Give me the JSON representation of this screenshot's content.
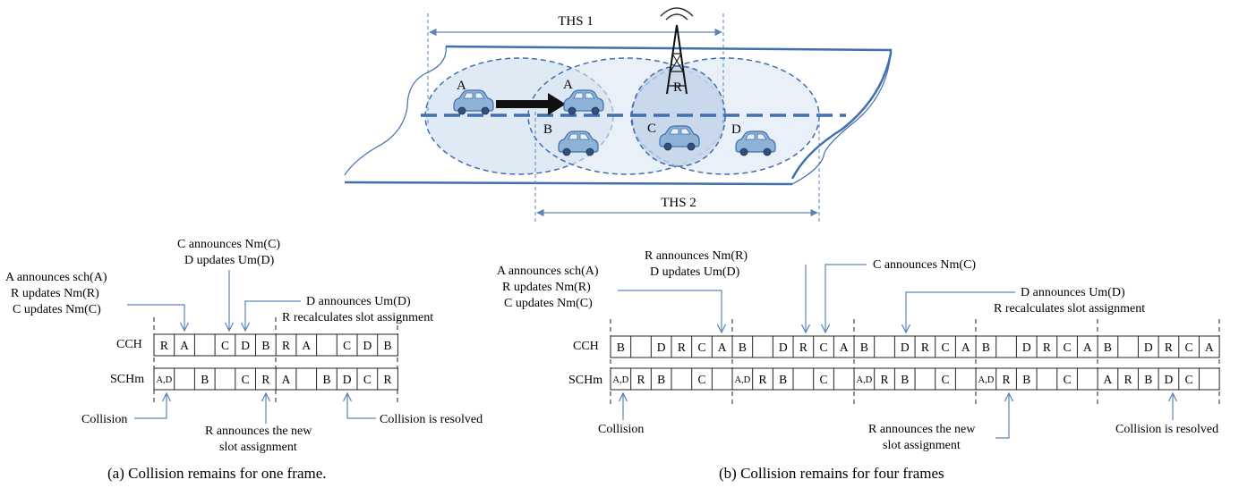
{
  "colors": {
    "line_blue": "#5a86b8",
    "road_blue": "#3f6faf",
    "zone_fill": "#dbe6f2",
    "zone_overlap": "#c2d3e8",
    "car_body": "#8fb3d6",
    "arrow_black": "#111111",
    "frame_line": "#222222"
  },
  "scene": {
    "ths1_label": "THS 1",
    "ths2_label": "THS 2",
    "node_labels": [
      "A",
      "A",
      "B",
      "C",
      "D",
      "R"
    ],
    "car_icons": [
      "car-icon-a-start",
      "car-icon-a-moved",
      "car-icon-b",
      "car-icon-c",
      "car-icon-d"
    ],
    "tower_icon": "radio-tower-icon",
    "move_arrow_icon": "movement-arrow-icon"
  },
  "panel_a": {
    "caption": "(a) Collision remains for one frame.",
    "row_labels": {
      "cch": "CCH",
      "sch": "SCHm"
    },
    "cch": [
      "R",
      "A",
      "",
      "C",
      "D",
      "B",
      "R",
      "A",
      "",
      "C",
      "D",
      "B"
    ],
    "sch": [
      "A,D",
      "",
      "B",
      "",
      "C",
      "R",
      "A",
      "",
      "B",
      "D",
      "C",
      "R"
    ],
    "annotations": {
      "a_announces": [
        "A announces sch(A)",
        "R updates  Nm(R)",
        "C updates Nm(C)"
      ],
      "c_announces": [
        "C announces Nm(C)",
        "D updates Um(D)"
      ],
      "d_announces": [
        "D announces Um(D)",
        "R recalculates  slot assignment"
      ],
      "collision": "Collision",
      "r_announces": [
        "R announces the new",
        "slot assignment"
      ],
      "resolved": "Collision is resolved"
    }
  },
  "panel_b": {
    "caption": "(b) Collision remains for four frames",
    "row_labels": {
      "cch": "CCH",
      "sch": "SCHm"
    },
    "cch": [
      "B",
      "",
      "D",
      "R",
      "C",
      "A",
      "B",
      "",
      "D",
      "R",
      "C",
      "A",
      "B",
      "",
      "D",
      "R",
      "C",
      "A",
      "B",
      "",
      "D",
      "R",
      "C",
      "A",
      "B",
      "",
      "D",
      "R",
      "C",
      "A"
    ],
    "sch": [
      "A,D",
      "R",
      "B",
      "",
      "C",
      "",
      "A,D",
      "R",
      "B",
      "",
      "C",
      "",
      "A,D",
      "R",
      "B",
      "",
      "C",
      "",
      "A,D",
      "R",
      "B",
      "",
      "C",
      "",
      "A",
      "R",
      "B",
      "D",
      "C",
      ""
    ],
    "annotations": {
      "a_announces": [
        "A announces sch(A)",
        "R updates  Nm(R)",
        "C updates Nm(C)"
      ],
      "r_announces_nm": [
        "R announces Nm(R)",
        "D updates Um(D)"
      ],
      "c_announces": "C announces Nm(C)",
      "d_announces": [
        "D announces Um(D)",
        "R recalculates  slot assignment"
      ],
      "collision": "Collision",
      "r_announces": [
        "R announces the new",
        "slot assignment"
      ],
      "resolved": "Collision is resolved"
    }
  }
}
